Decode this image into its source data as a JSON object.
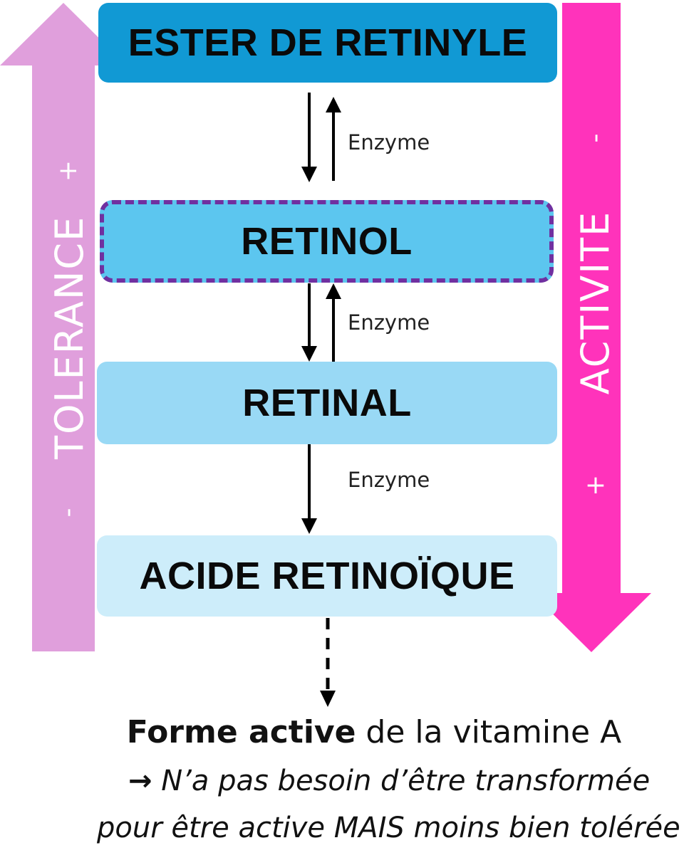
{
  "boxes": {
    "ester": {
      "label": "ESTER DE RETINYLE",
      "color": "#1199d4"
    },
    "retinol": {
      "label": "RETINOL",
      "color": "#5cc6ef",
      "border_color": "#7030a0"
    },
    "retinal": {
      "label": "RETINAL",
      "color": "#99d9f5"
    },
    "acide": {
      "label": "ACIDE RETINOÏQUE",
      "color": "#cdedfa"
    }
  },
  "enzymes": [
    "Enzyme",
    "Enzyme",
    "Enzyme"
  ],
  "tolerance": {
    "label": "TOLERANCE",
    "plus": "+",
    "minus": "-",
    "color": "#e09fdc"
  },
  "activite": {
    "label": "ACTIVITE",
    "minus": "-",
    "plus": "+",
    "color": "#ff33bb"
  },
  "footer": {
    "bold_text": "Forme active",
    "rest_text": " de la vitamine A",
    "arrow": "→",
    "line2": " N’a pas besoin d’être transformée",
    "line3": "pour être active MAIS moins bien tolérée"
  }
}
